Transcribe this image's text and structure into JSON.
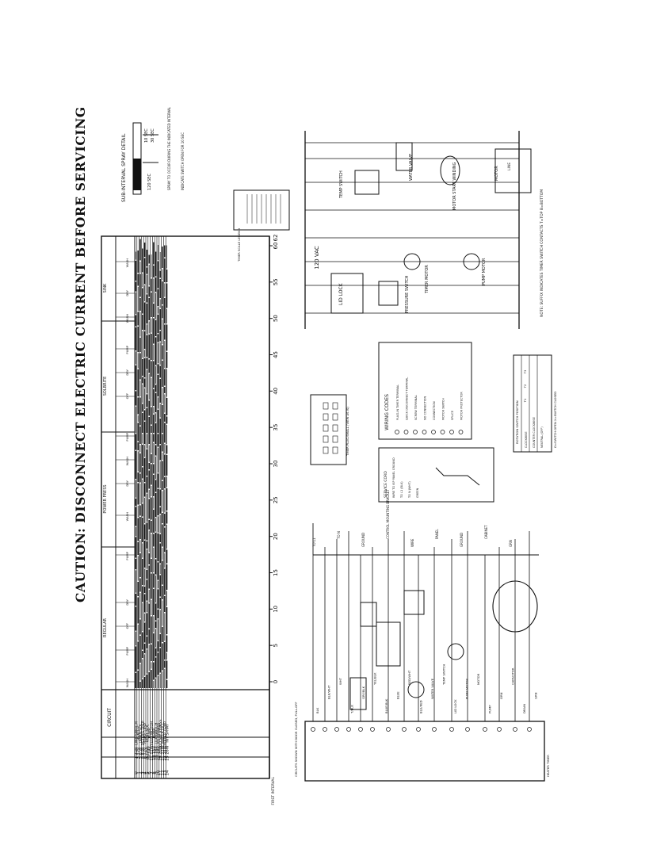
{
  "header": {
    "caption": "CAUTION: DISCONNECT ELECTRIC CURRENT BEFORE SERVICING"
  },
  "timer_chart": {
    "circuit_header": "CIRCUIT",
    "cycle_sections": [
      "REGULAR",
      "POWER PRESS",
      "SOLBRITE",
      "SINK"
    ],
    "subcolumn_labels": [
      "WASH",
      "PUMP",
      "OFF",
      "DRY",
      "PUMP",
      "WASH",
      "DRY"
    ],
    "circuit_rows": [
      {
        "no": "0",
        "term": "1",
        "code": "3 W",
        "name": "LINE SWITCH"
      },
      {
        "no": "1",
        "term": "3",
        "code": "12V",
        "name": "HEATER"
      },
      {
        "no": "2",
        "term": "5",
        "code": "6 W",
        "name": "DRAIN SOL"
      },
      {
        "no": "3",
        "term": "4",
        "code": "8 W",
        "name": "DETERG DISP"
      },
      {
        "no": "4",
        "term": "6",
        "code": "12V",
        "name": "RINSE DISP"
      },
      {
        "no": "5",
        "term": "8",
        "code": "13W",
        "name": "VENT SOL"
      },
      {
        "no": "6",
        "term": "10",
        "code": "14V",
        "name": "PUMP"
      },
      {
        "no": "7",
        "term": "11",
        "code": "12W",
        "name": "FEED MOTOR"
      },
      {
        "no": "8",
        "term": "13",
        "code": "15V",
        "name": "PUMP"
      },
      {
        "no": "9",
        "term": "15",
        "code": "16V",
        "name": "LID SWITCH"
      },
      {
        "no": "10",
        "term": "17",
        "code": "18V",
        "name": "P.S. BYPASS"
      },
      {
        "no": "11",
        "term": "19",
        "code": "20W",
        "name": "LID SW BYPASS"
      },
      {
        "no": "12",
        "term": "21",
        "code": "22W",
        "name": "WATER FILL"
      },
      {
        "no": "13",
        "term": "23",
        "code": "24W",
        "name": "WATER TEMP"
      },
      {
        "no": "14",
        "term": "25",
        "code": "26W",
        "name": "INT SPRAY"
      }
    ],
    "scale_numbers": [
      "0",
      "5",
      "10",
      "15",
      "20",
      "25",
      "30",
      "35",
      "40",
      "45",
      "50",
      "55",
      "60",
      "62"
    ],
    "scale_note": "FIRST INTERVAL",
    "timer_scale_legend": "TIMER SCALE LEGEND"
  },
  "spray_detail": {
    "title": "SUB-INTERVAL SPRAY DETAIL",
    "time1": "120 SEC",
    "time2": "10 SEC",
    "time3": "30 SEC",
    "note1": "SPRAY TO OCCUR DURING THE INDICATED INTERVAL",
    "note2": "INDICATE SWITCH OPEN FOR 10 SEC"
  },
  "schematic": {
    "supply_top": "120 VAC",
    "components": {
      "lid_lock": "LID LOCK",
      "pressure_switch": "PRESSURE SWITCH",
      "timer_motor": "TIMER MOTOR",
      "pump_motor": "PUMP MOTOR",
      "water_valve": "WATER VALVE",
      "temp_switch": "TEMP SWITCH",
      "motor_start": "MOTOR START WINDING",
      "motor": "MOTOR",
      "line": "LINE"
    },
    "note": "NOTE: SUFFIX INDICATES TIMER SWITCH CONTACTS T=TOP B=BOTTOM"
  },
  "timer_plug": {
    "label": "TIMER PLUG-SMALL (VIEW AS IS)"
  },
  "wiring_codes": {
    "title": "WIRING CODES",
    "items": [
      "PLUG-IN TIMER TERMINAL",
      "QUICK DISCONNECT TERMINAL",
      "SCREW TERMINAL",
      "NO CONNECTION",
      "CONNECTION",
      "MOTOR SWITCH",
      "SPLICE",
      "MOTOR PROTECTOR"
    ]
  },
  "service_cord": {
    "title": "SERVICE CORD",
    "lines": [
      "WIRE TO ISP PANEL GROUND",
      "TO L1 (BLK)",
      "TO N (WHT)",
      "GREEN"
    ]
  },
  "motor_table": {
    "title": "ROTATION SWITCH POSITION",
    "rows": [
      "CLOCKWISE",
      "COUNTER CLOCKWISE",
      "NEUTRAL (OFF)"
    ],
    "cols": [
      "T1",
      "T2",
      "T3"
    ],
    "legend": "O=SWITCH OPEN  X=SWITCH CLOSED"
  },
  "wiring_diagram": {
    "top_labels": [
      "TO L1",
      "TO N",
      "GROUND",
      "CONTROL MOUNTING BRACKET",
      "WIRE",
      "PANEL",
      "GROUND",
      "CABINET",
      "GRN"
    ],
    "left_labels": [
      "CIRCUITS SHOWN WITH DOOR CLOSED, PULL-OFF",
      "HEATER TIMER"
    ],
    "wire_labels": [
      "BLK",
      "BLK/WHT",
      "WHT",
      "T/BLK",
      "GRY/BLK",
      "YEL/BLK",
      "BLUE/BLK",
      "BLUE",
      "RED/WHT",
      "BLU/RED",
      "WATER VALVE",
      "TEMP SWITCH",
      "LID LOCK",
      "PUMP MOTOR",
      "MOTOR",
      "PUMP",
      "ORN",
      "CAPACITOR",
      "DRAIN",
      "GRN"
    ]
  }
}
